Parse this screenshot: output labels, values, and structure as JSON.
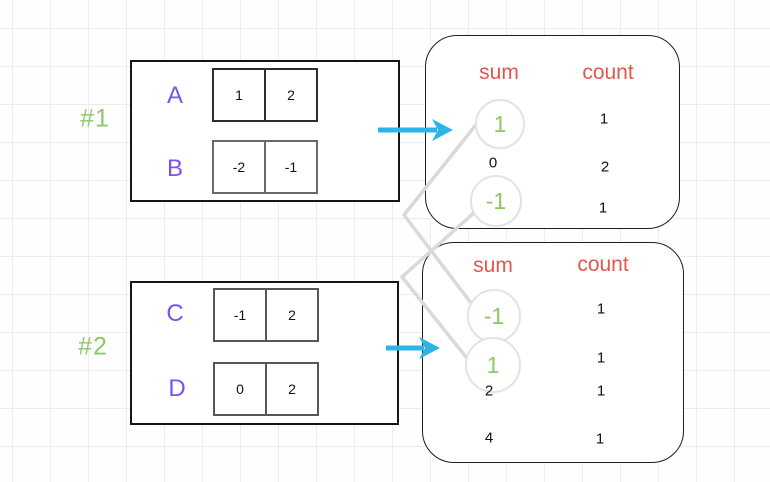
{
  "colors": {
    "accent_purple": "#7a52f0",
    "accent_green": "#8fc76a",
    "circle_green": "#8cc863",
    "header_orange": "#e2574c",
    "arrow_cyan": "#2cb4e8",
    "connector_gray": "#d9d9d9"
  },
  "group1": {
    "tag": "#1",
    "arrays": [
      {
        "name": "A",
        "cells": [
          "1",
          "2"
        ]
      },
      {
        "name": "B",
        "cells": [
          "-2",
          "-1"
        ]
      }
    ]
  },
  "group2": {
    "tag": "#2",
    "arrays": [
      {
        "name": "C",
        "cells": [
          "-1",
          "2"
        ]
      },
      {
        "name": "D",
        "cells": [
          "0",
          "2"
        ]
      }
    ]
  },
  "table1": {
    "sum_header": "sum",
    "count_header": "count",
    "rows": [
      {
        "sum": "1",
        "count": "1",
        "circled": true
      },
      {
        "sum": "0",
        "count": "2",
        "circled": false
      },
      {
        "sum": "-1",
        "count": "1",
        "circled": true
      }
    ]
  },
  "table2": {
    "sum_header": "sum",
    "count_header": "count",
    "rows": [
      {
        "sum": "-1",
        "count": "1",
        "circled": true
      },
      {
        "sum": "1",
        "count": "1",
        "circled": true
      },
      {
        "sum": "2",
        "count": "1",
        "circled": false
      },
      {
        "sum": "4",
        "count": "1",
        "circled": false
      }
    ]
  }
}
